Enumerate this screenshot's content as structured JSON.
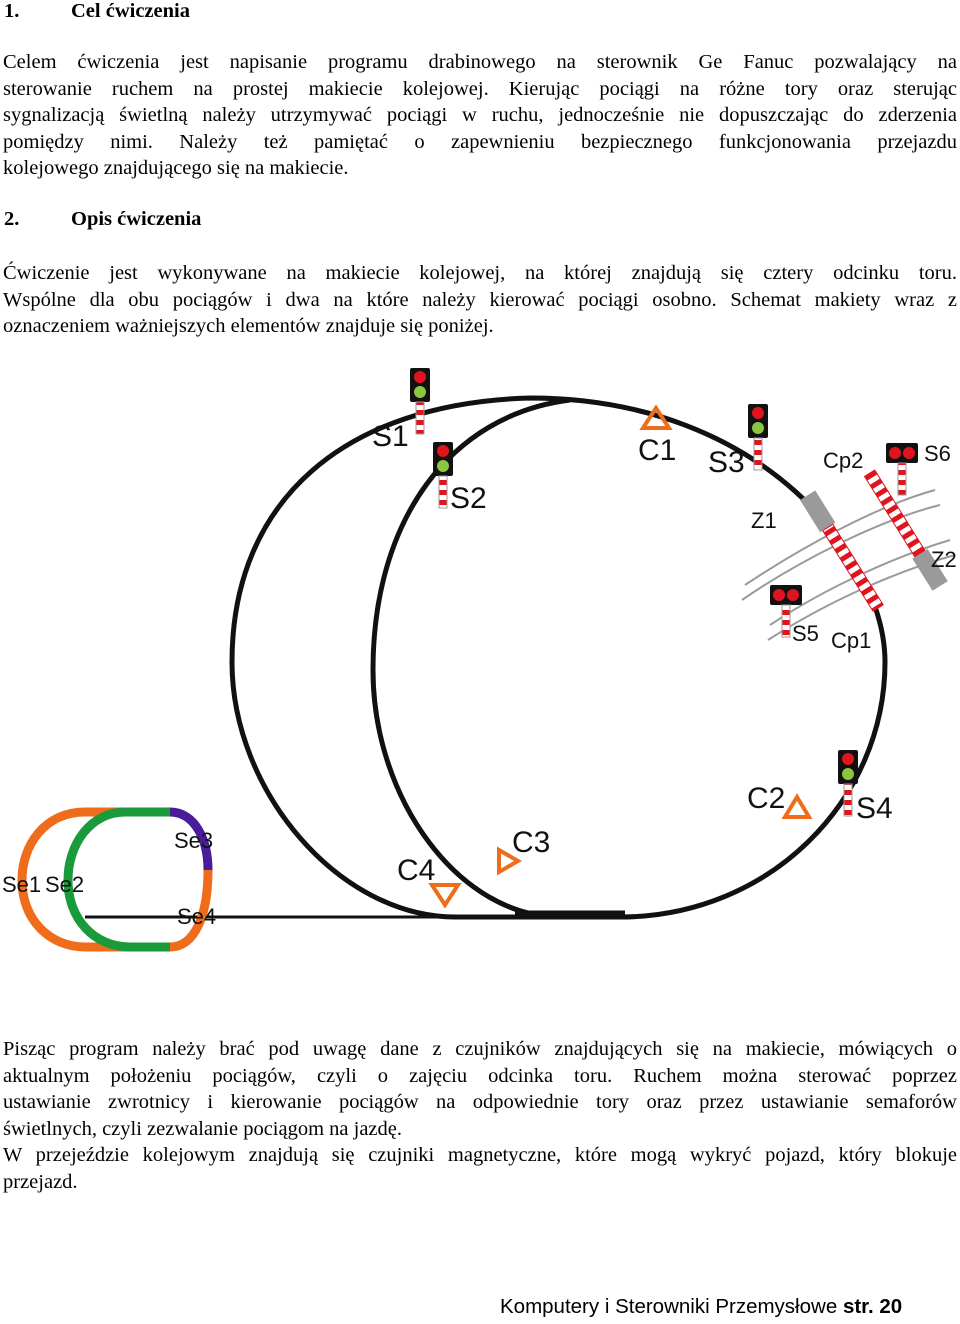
{
  "section1": {
    "number": "1.",
    "title": "Cel ćwiczenia",
    "lines": [
      "Celem ćwiczenia jest napisanie programu drabinowego na sterownik Ge Fanuc pozwalający na",
      "sterowanie ruchem na prostej makiecie kolejowej. Kierując pociągi na różne tory oraz sterując",
      "sygnalizacją świetlną należy utrzymywać pociągi w ruchu, jednocześnie nie dopuszczając do zderzenia",
      "pomiędzy nimi. Należy też pamiętać o zapewnieniu bezpiecznego funkcjonowania przejazdu",
      "kolejowego znajdującego się na makiecie."
    ]
  },
  "section2": {
    "number": "2.",
    "title": "Opis ćwiczenia",
    "lines": [
      "Ćwiczenie jest wykonywane na makiecie kolejowej, na której znajdują się cztery odcinku toru.",
      "Wspólne dla obu pociągów i dwa na które należy kierować pociągi osobno. Schemat makiety wraz z",
      "oznaczeniem ważniejszych elementów znajduje się poniżej."
    ]
  },
  "diagram": {
    "labels": {
      "S1": "S1",
      "S2": "S2",
      "S3": "S3",
      "S4": "S4",
      "S5": "S5",
      "S6": "S6",
      "C1": "C1",
      "C2": "C2",
      "C3": "C3",
      "C4": "C4",
      "Cp1": "Cp1",
      "Cp2": "Cp2",
      "Z1": "Z1",
      "Z2": "Z2",
      "Se1": "Se1",
      "Se2": "Se2",
      "Se3": "Se3",
      "Se4": "Se4"
    },
    "colors": {
      "track": "#111111",
      "signal_red": "#e0141e",
      "signal_green": "#8cc63f",
      "sensor_orange": "#ef6c1a",
      "legend_orange": "#ef6c1a",
      "legend_green": "#1a9a3a",
      "legend_purple": "#4b1c9a",
      "barrier_grey": "#9a9a9a"
    }
  },
  "section3": {
    "lines": [
      "Pisząc program należy brać pod uwagę dane z czujników znajdujących się na makiecie, mówiących o",
      "aktualnym położeniu pociągów, czyli o zajęciu odcinka toru. Ruchem można sterować poprzez",
      "ustawianie zwrotnicy i kierowanie pociągów na odpowiednie tory oraz przez ustawianie semaforów",
      "świetlnych, czyli zezwalanie pociągom na jazdę.",
      "W przejeździe kolejowym znajdują się czujniki magnetyczne, które mogą wykryć pojazd, który blokuje",
      "przejazd."
    ]
  },
  "footer": {
    "title": "Komputery i Sterowniki Przemysłowe",
    "page": "str. 20"
  }
}
